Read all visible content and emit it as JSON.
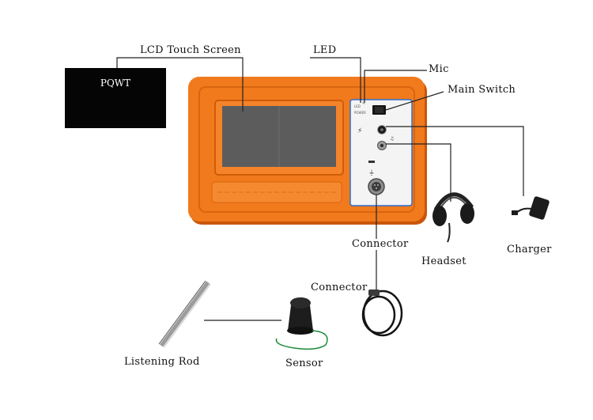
{
  "brand_box": {
    "text": "PQWT"
  },
  "labels": {
    "lcd_touch_screen": "LCD Touch Screen",
    "led": "LED",
    "mic": "Mic",
    "main_switch": "Main Switch",
    "connector_main": "Connector",
    "headset": "Headset",
    "charger": "Charger",
    "connector_cable": "Connector",
    "listening_rod": "Listening Rod",
    "sensor": "Sensor"
  },
  "colors": {
    "case_orange": "#f07a1c",
    "case_dark": "#d45f08",
    "panel_white": "#f4f4f4",
    "panel_border": "#2d6fd0",
    "screen": "#5c5c5c",
    "leader_line": "#222222"
  }
}
